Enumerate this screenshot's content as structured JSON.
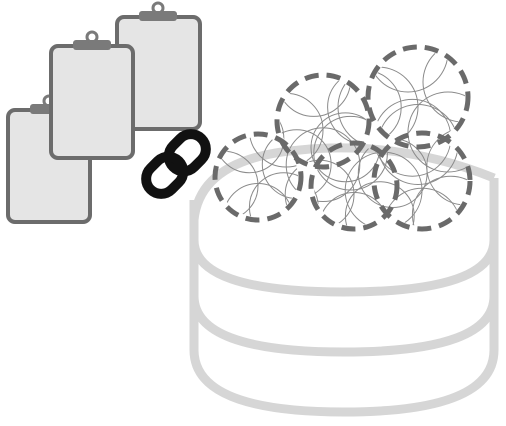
{
  "illustration": {
    "clipboards": [
      {
        "id": "clipboard-back"
      },
      {
        "id": "clipboard-middle"
      },
      {
        "id": "clipboard-front"
      }
    ],
    "link": {
      "icon": "chain-link-icon"
    },
    "database": {
      "icon": "database-cylinder-icon",
      "tiers": 3
    },
    "clusters": [
      {
        "id": "cluster-1"
      },
      {
        "id": "cluster-2"
      },
      {
        "id": "cluster-3"
      },
      {
        "id": "cluster-4"
      },
      {
        "id": "cluster-5"
      }
    ]
  },
  "colors": {
    "clipboard_fill": "#e5e5e5",
    "clipboard_stroke": "#6c6c6c",
    "clip_fill": "#7a7a7a",
    "link": "#111111",
    "database": "#d6d6d6",
    "circle_dash": "#6a6a6a",
    "network_line": "#8a8a8a"
  }
}
